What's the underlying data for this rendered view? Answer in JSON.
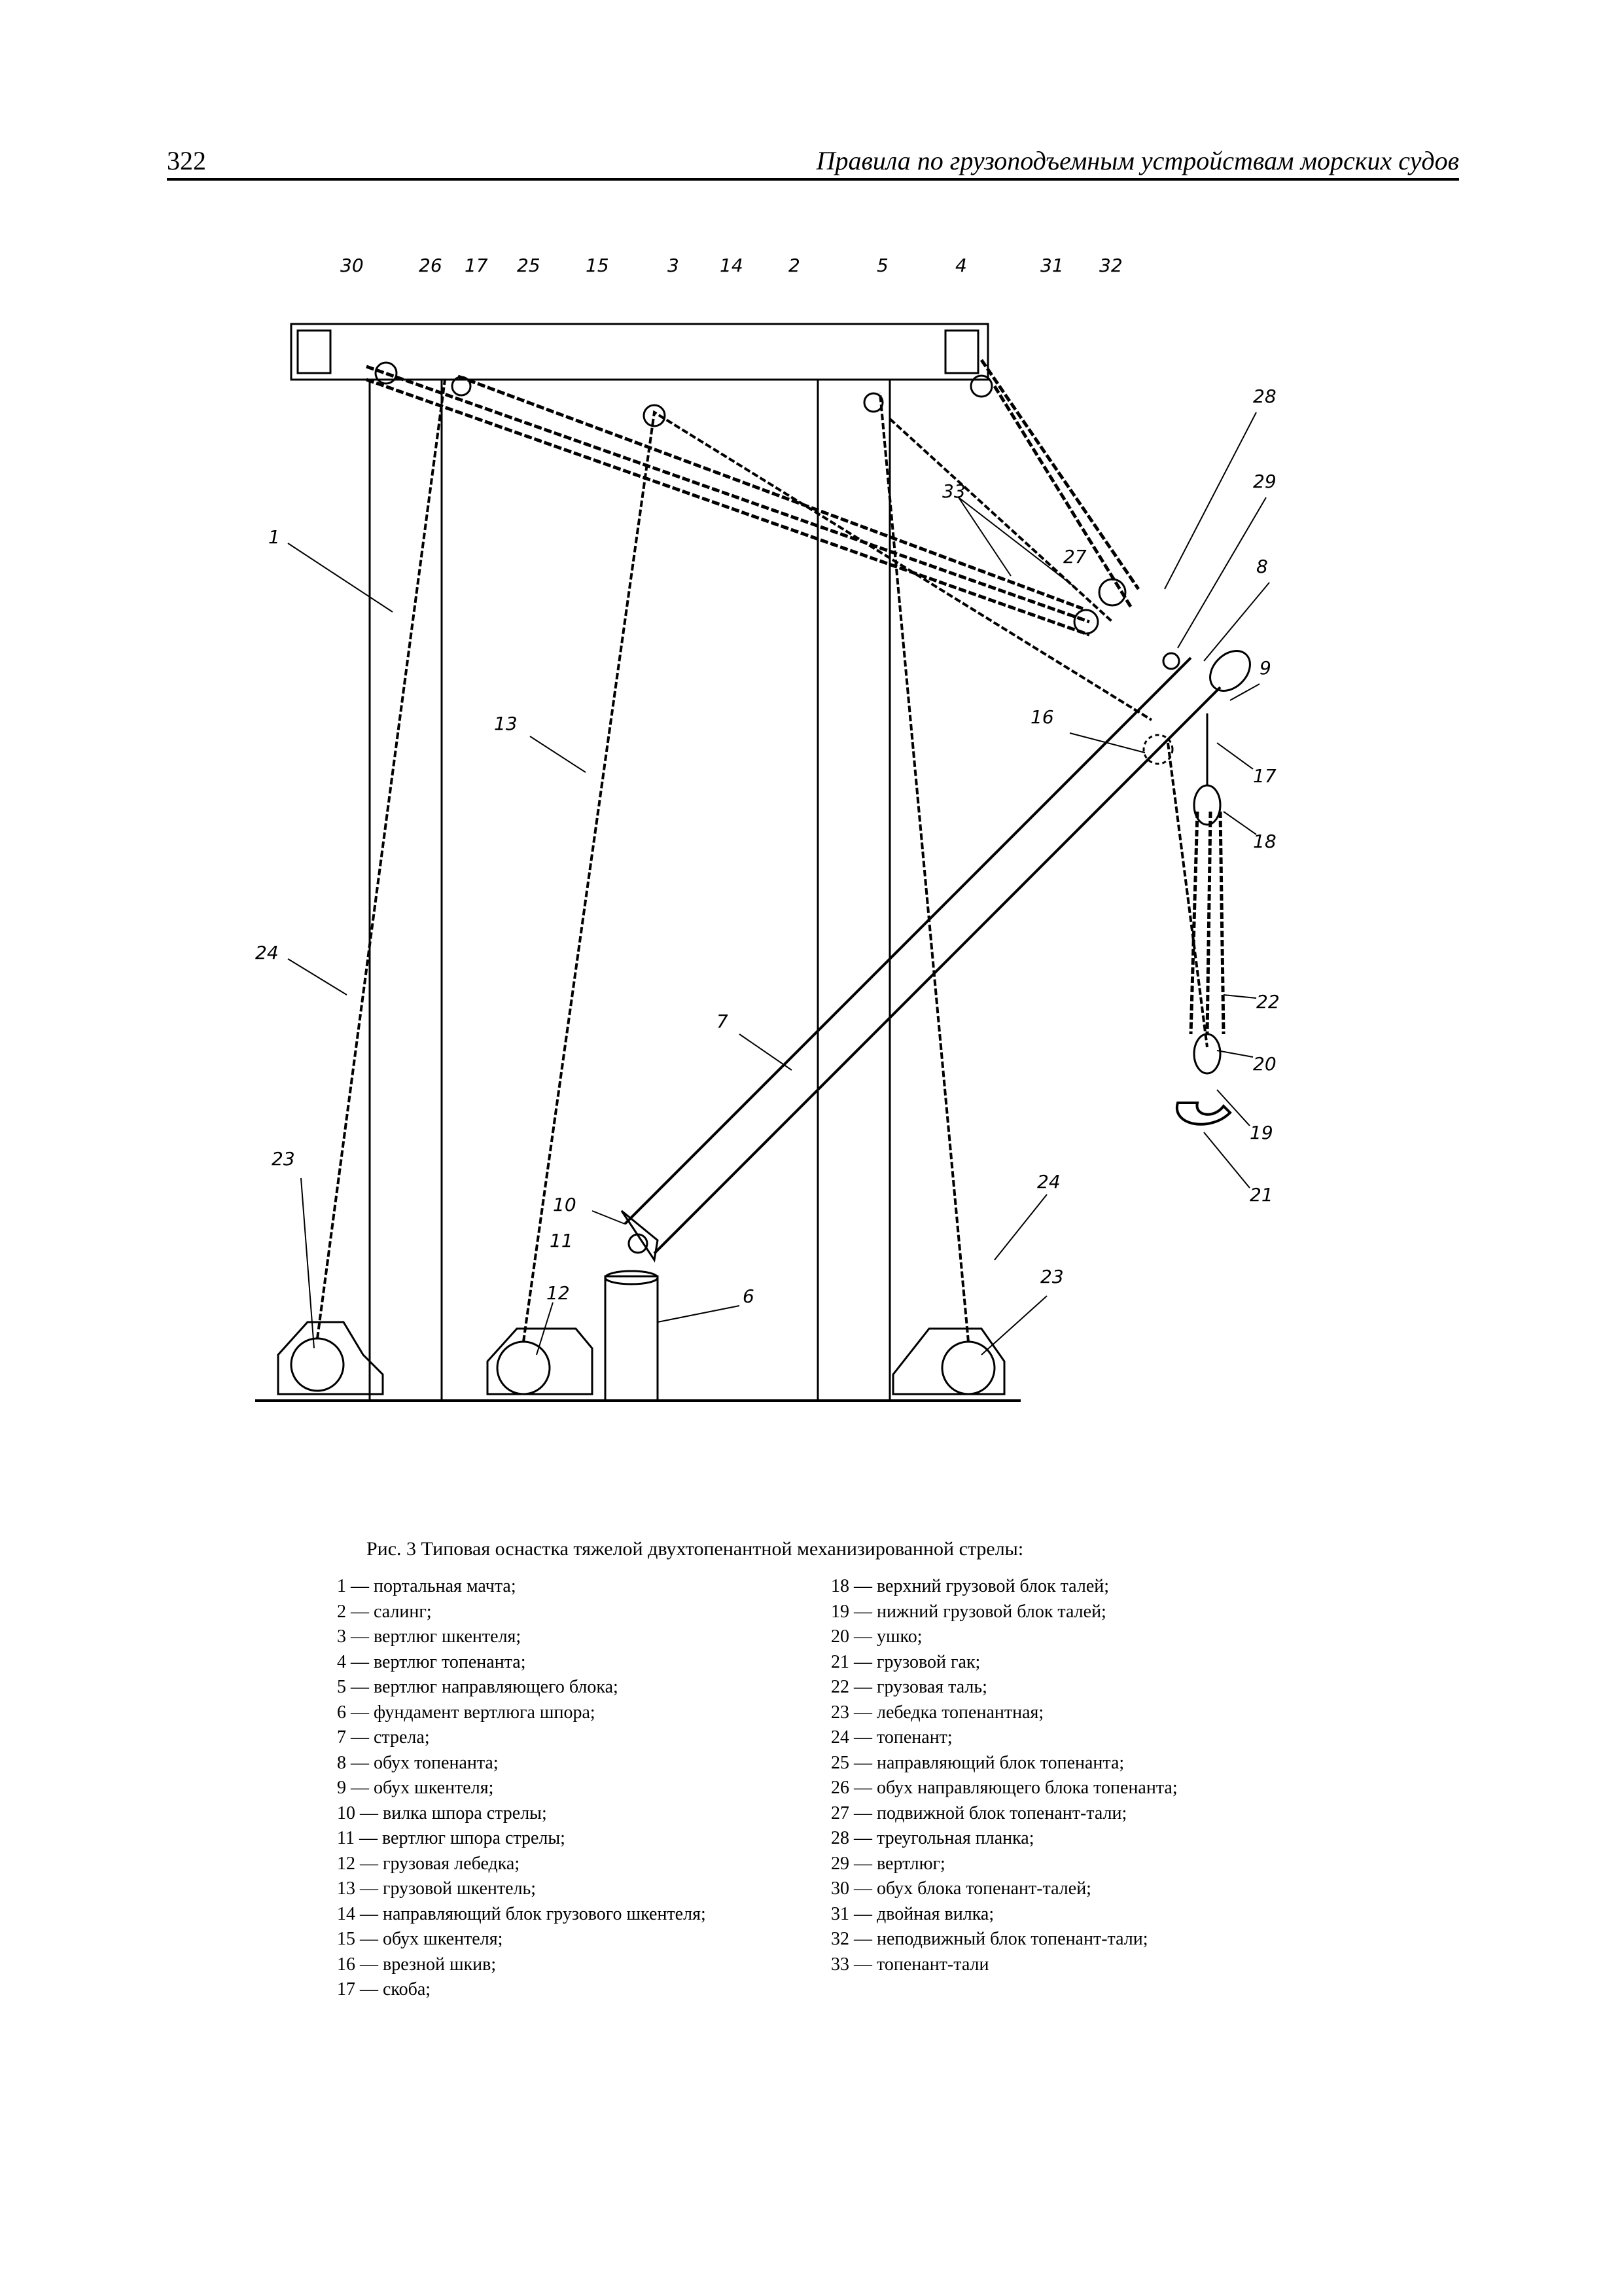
{
  "header": {
    "page_number": "322",
    "running_title": "Правила по грузоподъемным устройствам морских судов"
  },
  "figure": {
    "callouts": [
      "30",
      "26",
      "17",
      "25",
      "15",
      "3",
      "14",
      "2",
      "5",
      "4",
      "31",
      "32",
      "28",
      "29",
      "33",
      "27",
      "8",
      "9",
      "1",
      "16",
      "17",
      "18",
      "13",
      "22",
      "20",
      "19",
      "7",
      "21",
      "24",
      "23",
      "24",
      "10",
      "11",
      "12",
      "6",
      "23"
    ]
  },
  "caption": "Рис. 3 Типовая оснастка тяжелой двухтопенантной механизированной стрелы:",
  "legend": {
    "left": [
      "1 — портальная мачта;",
      "2 — салинг;",
      "3 — вертлюг шкентеля;",
      "4 — вертлюг топенанта;",
      "5 — вертлюг направляющего блока;",
      "6 — фундамент вертлюга шпора;",
      "7 — стрела;",
      "8 — обух топенанта;",
      "9 — обух шкентеля;",
      "10 — вилка шпора стрелы;",
      "11 — вертлюг шпора стрелы;",
      "12 — грузовая лебедка;",
      "13 — грузовой шкентель;",
      "14 — направляющий блок грузового шкентеля;",
      "15 — обух шкентеля;",
      "16 — врезной шкив;",
      "17 — скоба;"
    ],
    "right": [
      "18 — верхний грузовой блок талей;",
      "19 — нижний грузовой блок талей;",
      "20 — ушко;",
      "21 — грузовой гак;",
      "22 — грузовая таль;",
      "23 — лебедка топенантная;",
      "24 — топенант;",
      "25 — направляющий блок топенанта;",
      "26 — обух направляющего блока топенанта;",
      "27 — подвижной блок топенант-тали;",
      "28 — треугольная планка;",
      "29 — вертлюг;",
      "30 — обух блока топенант-талей;",
      "31 — двойная вилка;",
      "32 — неподвижный блок топенант-тали;",
      "33 — топенант-тали"
    ]
  }
}
